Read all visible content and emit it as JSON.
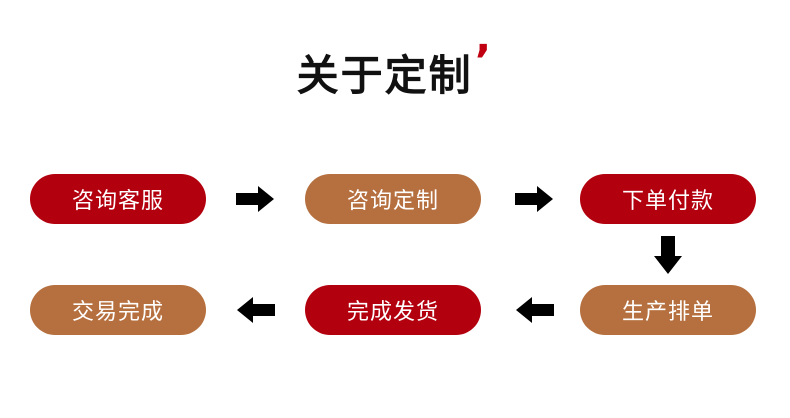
{
  "title": "关于定制",
  "title_accent": "’",
  "colors": {
    "red": "#b3000f",
    "brown": "#b6703f",
    "arrow": "#000000",
    "title": "#111111"
  },
  "steps": [
    {
      "label": "咨询客服",
      "color": "red"
    },
    {
      "label": "咨询定制",
      "color": "brown"
    },
    {
      "label": "下单付款",
      "color": "red"
    },
    {
      "label": "生产排单",
      "color": "brown"
    },
    {
      "label": "完成发货",
      "color": "red"
    },
    {
      "label": "交易完成",
      "color": "brown"
    }
  ],
  "arrows": [
    {
      "from": "咨询客服",
      "to": "咨询定制",
      "direction": "right"
    },
    {
      "from": "咨询定制",
      "to": "下单付款",
      "direction": "right"
    },
    {
      "from": "下单付款",
      "to": "生产排单",
      "direction": "down"
    },
    {
      "from": "生产排单",
      "to": "完成发货",
      "direction": "left"
    },
    {
      "from": "完成发货",
      "to": "交易完成",
      "direction": "left"
    }
  ]
}
